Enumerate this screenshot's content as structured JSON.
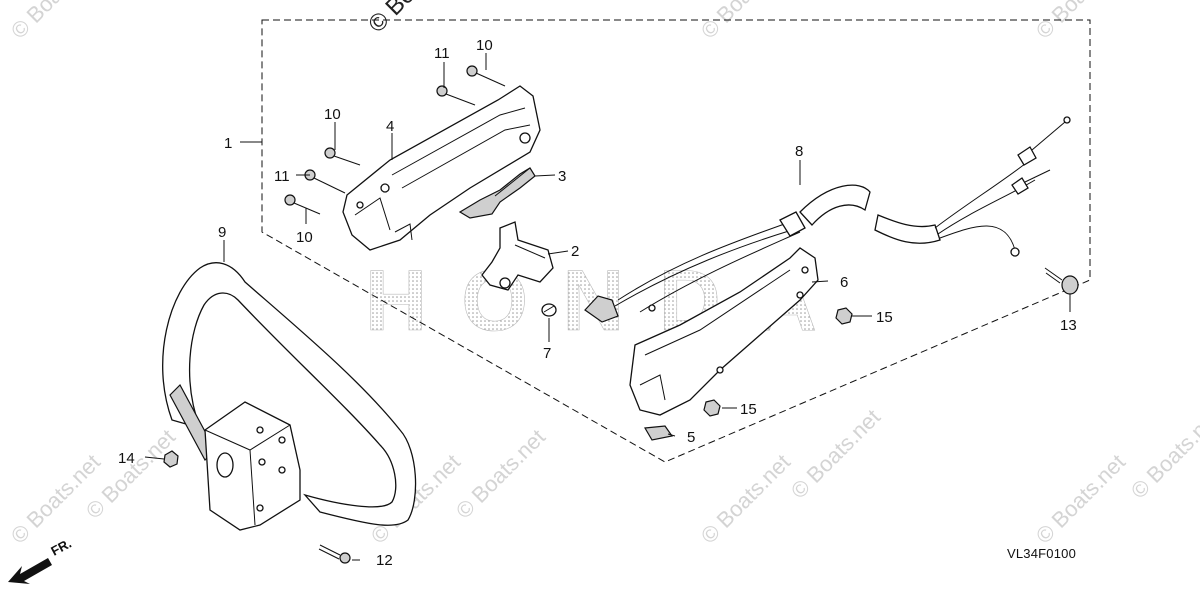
{
  "diagram_code": "VL34F0100",
  "watermark": {
    "top_text": "© Bo",
    "repeat_text": "© Boats.net",
    "background_text": "HONDA"
  },
  "direction_indicator": "FR.",
  "callouts": {
    "c1": "1",
    "c2": "2",
    "c3": "3",
    "c4": "4",
    "c5": "5",
    "c6": "6",
    "c7": "7",
    "c8": "8",
    "c9": "9",
    "c10a": "10",
    "c10b": "10",
    "c10c": "10",
    "c11a": "11",
    "c11b": "11",
    "c12": "12",
    "c13": "13",
    "c14": "14",
    "c15a": "15",
    "c15b": "15"
  },
  "colors": {
    "line": "#111111",
    "watermark": "#d4d4d4",
    "dot_pattern": "#9a9a9a"
  }
}
